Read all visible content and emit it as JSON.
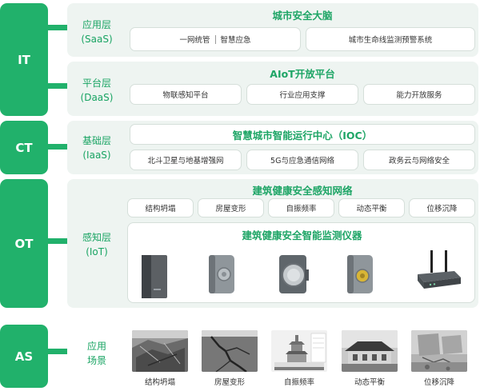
{
  "sidebar": {
    "it": "IT",
    "ct": "CT",
    "ot": "OT",
    "as": "AS"
  },
  "saas": {
    "label_cn": "应用层",
    "label_en": "(SaaS)",
    "title": "城市安全大脑",
    "item_a": "一网统管",
    "item_b": "智慧应急",
    "item_c": "城市生命线监测预警系统"
  },
  "daas": {
    "label_cn": "平台层",
    "label_en": "(DaaS)",
    "title": "AIoT开放平台",
    "items": [
      "物联感知平台",
      "行业应用支撑",
      "能力开放服务"
    ]
  },
  "iaas": {
    "label_cn": "基础层",
    "label_en": "(IaaS)",
    "title": "智慧城市智能运行中心（IOC）",
    "items": [
      "北斗卫星与地基增强网",
      "5G与应急通信网络",
      "政务云与网络安全"
    ]
  },
  "iot": {
    "label_cn": "感知层",
    "label_en": "(IoT)",
    "title": "建筑健康安全感知网络",
    "items": [
      "结构坍塌",
      "房屋变形",
      "自振频率",
      "动态平衡",
      "位移沉降"
    ],
    "device_title": "建筑健康安全智能监测仪器"
  },
  "scenes": {
    "label_line1": "应用",
    "label_line2": "场景",
    "items": [
      "结构坍塌",
      "房屋变形",
      "自振频率",
      "动态平衡",
      "位移沉降"
    ]
  },
  "colors": {
    "brand_green": "#21b16b",
    "panel_bg": "#eef4f1",
    "title_green": "#1ea566"
  }
}
